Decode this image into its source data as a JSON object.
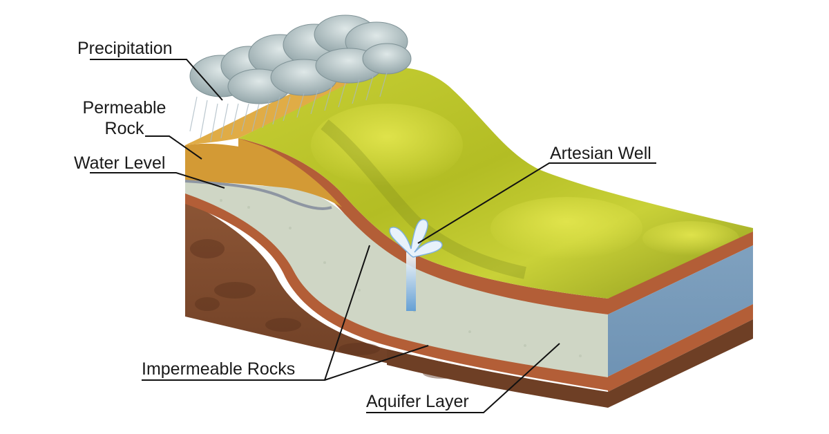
{
  "labels": {
    "precipitation": "Precipitation",
    "permeable_rock_line1": "Permeable",
    "permeable_rock_line2": "Rock",
    "water_level": "Water Level",
    "artesian_well": "Artesian Well",
    "impermeable_rocks": "Impermeable Rocks",
    "aquifer_layer": "Aquifer Layer"
  },
  "colors": {
    "grass": "#a9b622",
    "grass_light": "#d9df46",
    "grass_dark": "#5e6a16",
    "clay_band": "#b8623a",
    "clay_band_dark": "#7e3a1e",
    "aquifer": "#cfd6c6",
    "aquifer_blue": "#7b9fbf",
    "bedrock": "#8a5233",
    "bedrock_dark": "#5d3420",
    "permeable_rock": "#d4942c",
    "cloud": "#b8c6c8",
    "water": "#6fa6d8",
    "leader": "#111111"
  }
}
